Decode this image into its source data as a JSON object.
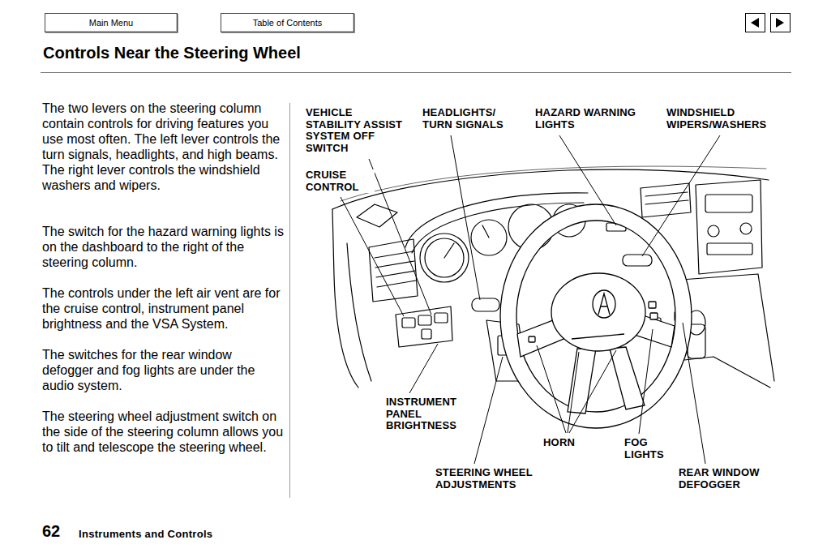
{
  "diagram": {
    "title": "Controls Near the Steering Wheel",
    "nodes": [
      {
        "text": [
          "Main Menu"
        ]
      },
      {
        "text": [
          "Table of Contents"
        ]
      }
    ],
    "labels": [
      "The two levers on the steering column contain controls for driving features you use most often. The left lever controls the turn signals, headlights, and high beams. The right lever controls the windshield washers and wipers.",
      "The switch for the hazard warning lights is on the dashboard to the right of the steering column.",
      "The controls under the left air vent are for the cruise control, instrument panel brightness and the VSA System.",
      "The switches for the rear window defogger and fog lights are under the audio system.",
      "The steering wheel adjustment switch on the side of the steering column allows you to tilt and telescope the steering wheel.",
      "VEHICLE STABILITY ASSIST SYSTEM OFF SWITCH",
      "HEADLIGHTS/ TURN SIGNALS",
      "HAZARD WARNING LIGHTS",
      "WINDSHIELD WIPERS/WASHERS",
      "CRUISE CONTROL",
      "INSTRUMENT PANEL BRIGHTNESS",
      "HORN",
      "FOG LIGHTS",
      "STEERING WHEEL ADJUSTMENTS",
      "REAR WINDOW DEFOGGER",
      "62",
      "Instruments and Controls"
    ]
  }
}
